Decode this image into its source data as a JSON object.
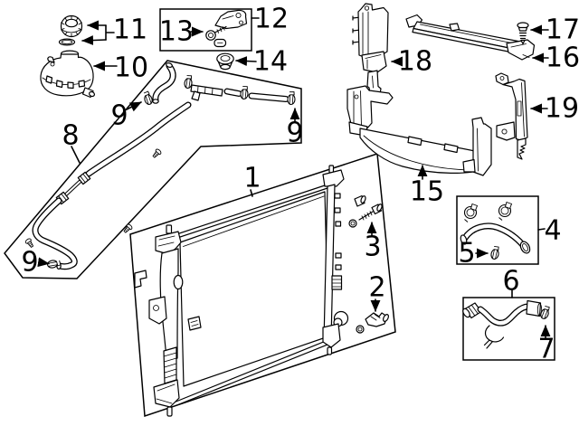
{
  "figure": {
    "kind": "exploded-parts-line-diagram",
    "subject": "engine-cooling: radiator, hoses, reservoir, baffles",
    "background_color": "#ffffff",
    "line_color": "#000000"
  },
  "callouts": {
    "n1": "1",
    "n2": "2",
    "n3": "3",
    "n4": "4",
    "n5": "5",
    "n6": "6",
    "n7": "7",
    "n8": "8",
    "n9a": "9",
    "n9b": "9",
    "n9c": "9",
    "n10": "10",
    "n11": "11",
    "n12": "12",
    "n13": "13",
    "n14": "14",
    "n15": "15",
    "n16": "16",
    "n17": "17",
    "n18": "18",
    "n19": "19"
  },
  "part_icons": {
    "1": "radiator-drawing",
    "2": "drain-cock-drawing",
    "3": "stud-fitting-drawing",
    "4": "upper-hose-drawing",
    "5": "hose-clamp-drawing",
    "6": "lower-hose-drawing",
    "7": "hose-clamp-drawing",
    "8": "reservoir-hose-assembly-drawing",
    "9": "hose-clamp-drawing",
    "10": "coolant-reservoir-drawing",
    "11": "reservoir-cap-and-seal-drawing",
    "12": "bracket-kit-drawing",
    "13": "screw-drawing",
    "14": "grommet-drawing",
    "15": "lower-air-baffle-drawing",
    "16": "upper-sight-shield-drawing",
    "17": "push-pin-retainer-drawing",
    "18": "left-air-baffle-drawing",
    "19": "right-air-baffle-drawing"
  }
}
